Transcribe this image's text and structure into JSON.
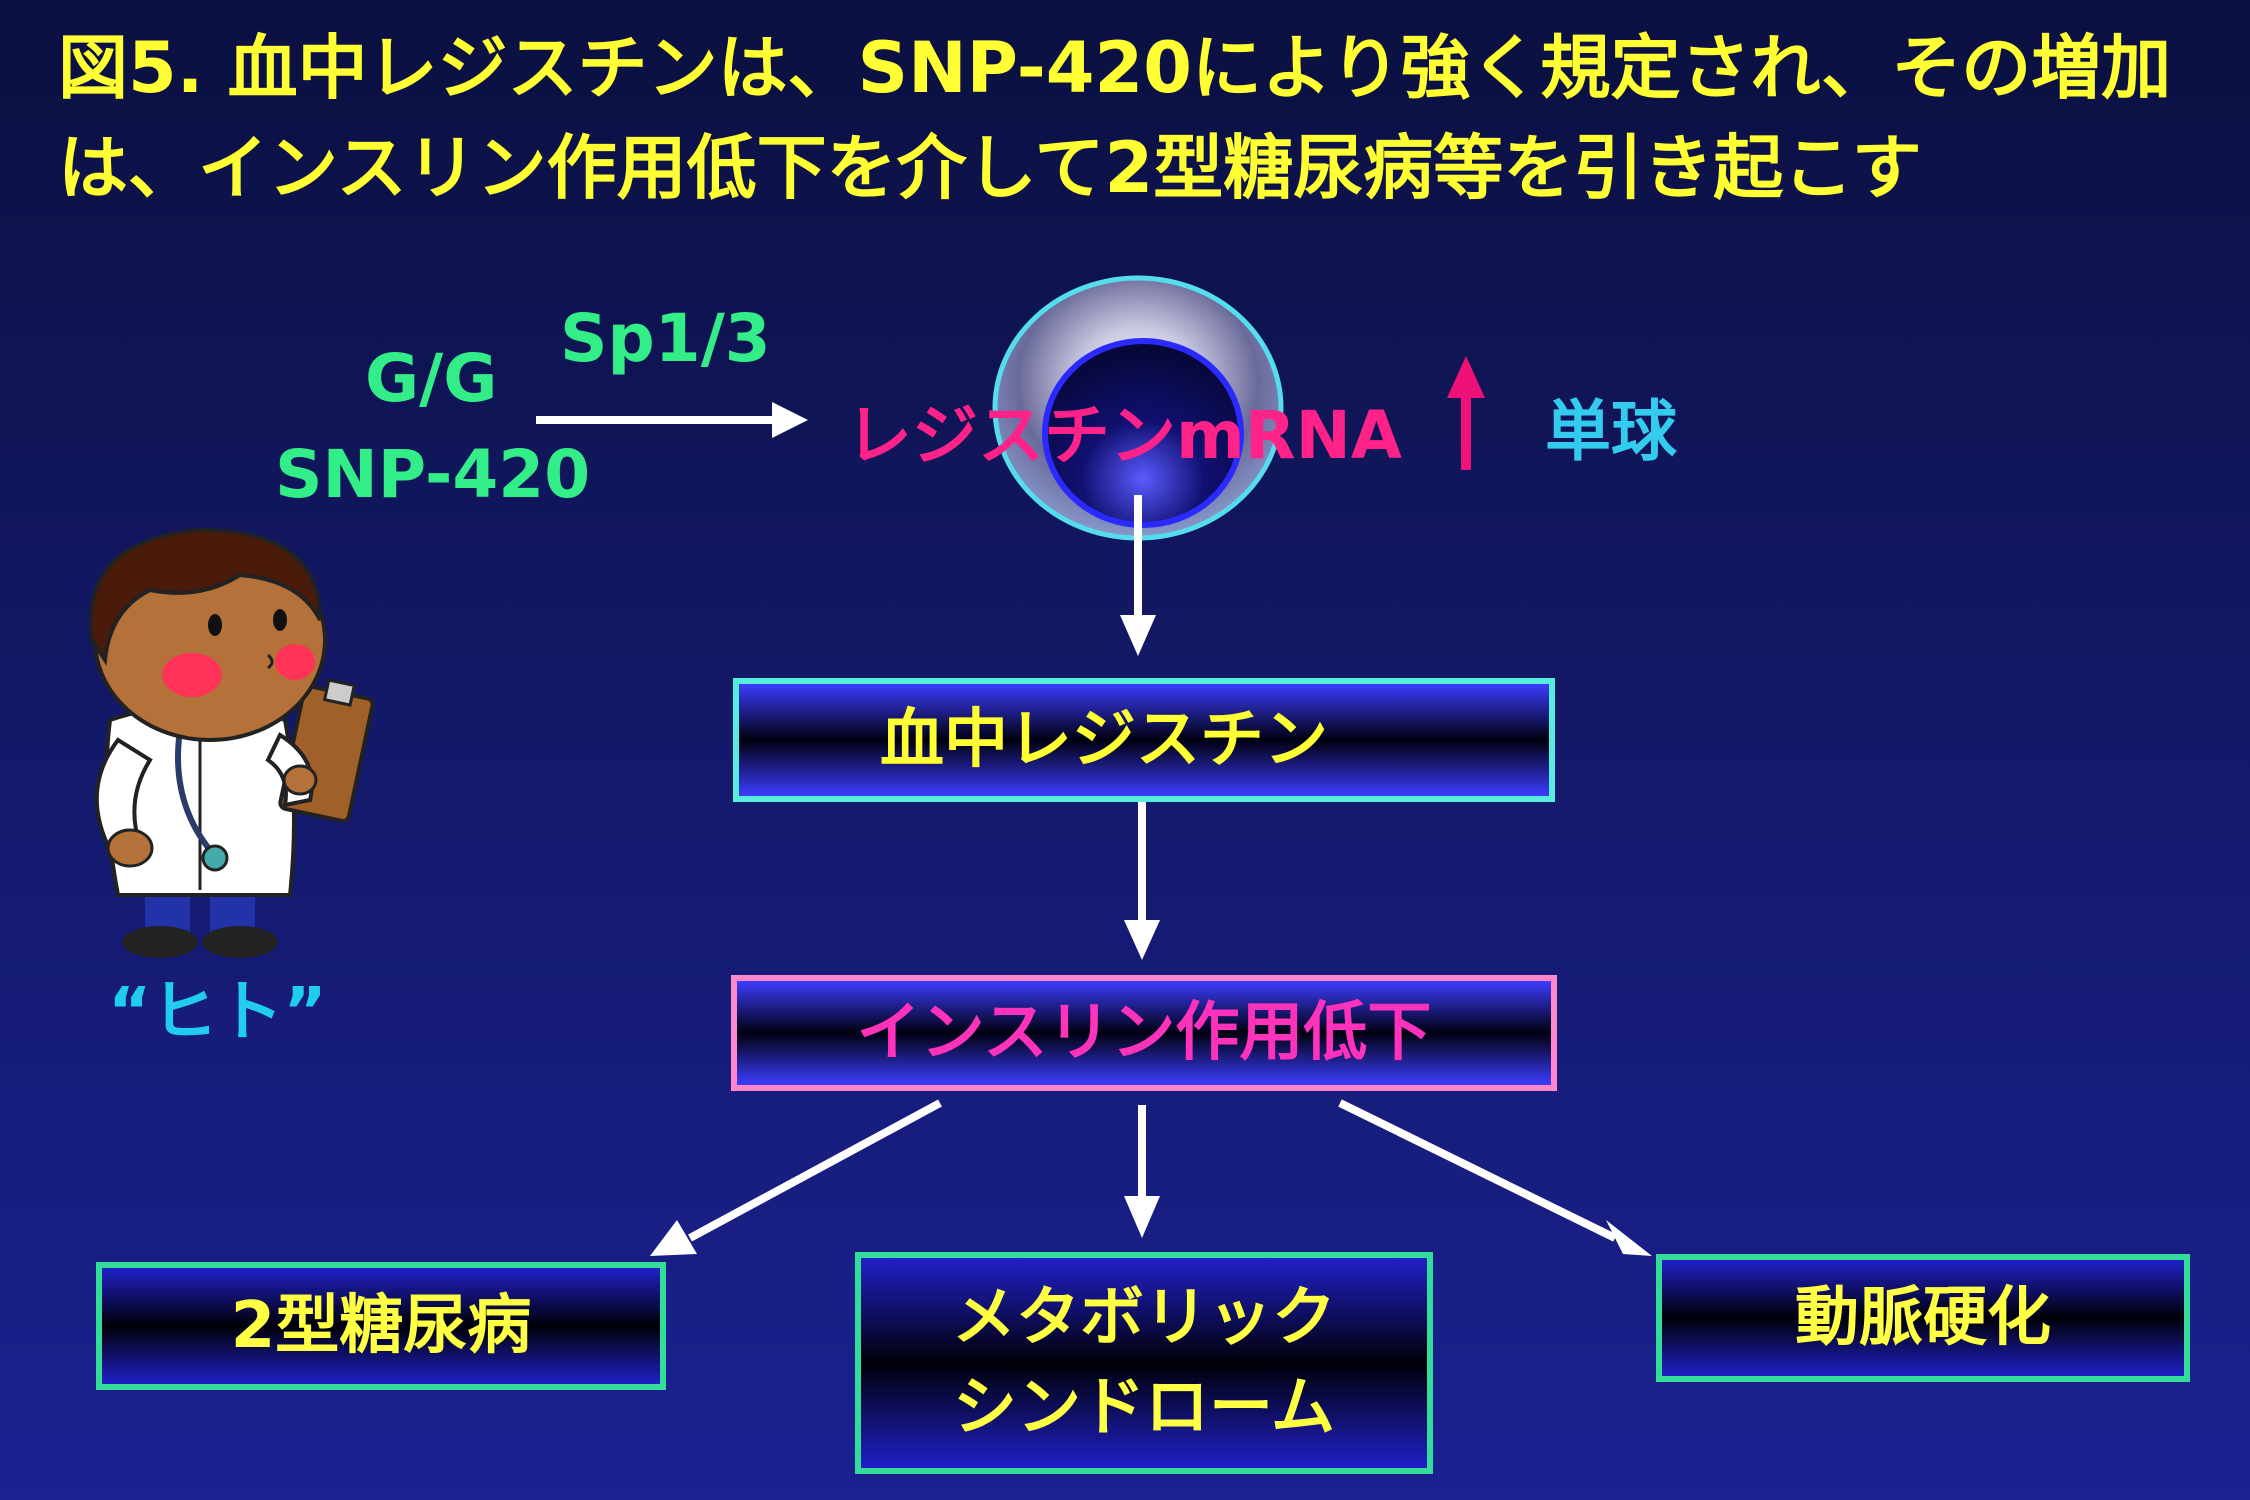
{
  "title": "図5. 血中レジスチンは、SNP-420により強く規定され、その増加は、インスリン作用低下を介して2型糖尿病等を引き起こす",
  "genotype": "G/G",
  "snp": "SNP-420",
  "transcription_factor": "Sp1/3",
  "mrna_label": "レジスチンmRNA",
  "cell_label": "単球",
  "human_label": "“ヒト”",
  "boxes": {
    "blood_resistin": "血中レジスチン",
    "insulin_action": "インスリン作用低下",
    "diabetes": "2型糖尿病",
    "metabolic_line1": "メタボリック",
    "metabolic_line2": "シンドローム",
    "atherosclerosis": "動脈硬化"
  },
  "colors": {
    "title": "#ffff33",
    "genotype": "#33ee88",
    "mrna": "#ff2288",
    "cell": "#33ccee",
    "up_arrow_mrna": "#ee1177",
    "up_arrow_resistin": "#ffff33"
  },
  "icons": [
    "doctor-character-illustration",
    "monocyte-cell",
    "up-arrow"
  ]
}
